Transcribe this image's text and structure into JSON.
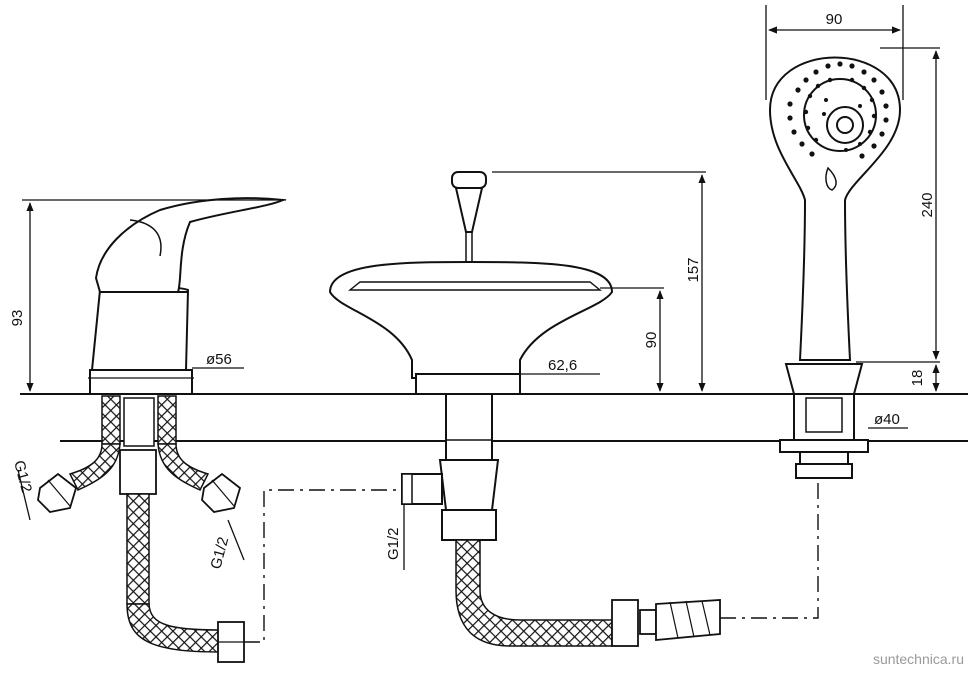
{
  "dimensions": {
    "mixer_height": "93",
    "mixer_base_dia": "ø56",
    "connection_left_a": "G1/2",
    "connection_left_b": "G1/2",
    "spout_width": "62,6",
    "spout_height": "90",
    "spout_total_height": "157",
    "diverter_connection": "G1/2",
    "hand_shower_width": "90",
    "hand_shower_length": "240",
    "holder_height": "18",
    "holder_dia": "ø40"
  },
  "watermark": "suntechnica.ru"
}
